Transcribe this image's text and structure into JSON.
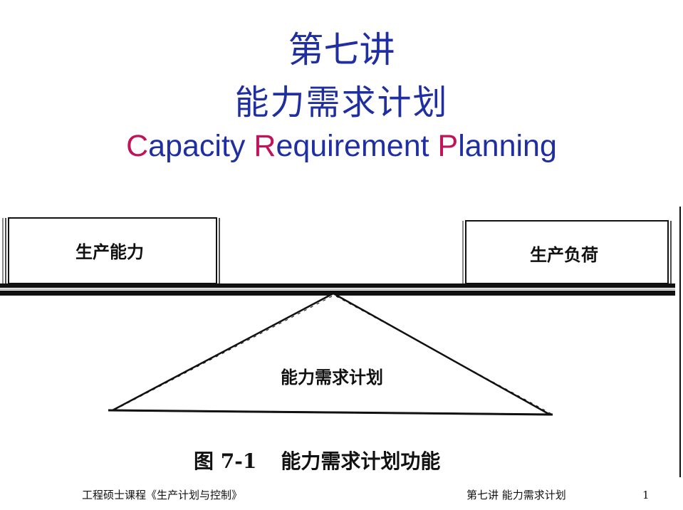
{
  "slide": {
    "lecture": "第七讲",
    "title_cn": "能力需求计划",
    "title_en": {
      "parts": [
        {
          "text": "C",
          "accent": true
        },
        {
          "text": "apacity ",
          "accent": false
        },
        {
          "text": "R",
          "accent": true
        },
        {
          "text": "equirement ",
          "accent": false
        },
        {
          "text": "P",
          "accent": true
        },
        {
          "text": "lanning",
          "accent": false
        }
      ]
    }
  },
  "figure": {
    "left_box_label": "生产能力",
    "right_box_label": "生产负荷",
    "triangle_label": "能力需求计划",
    "caption_number": "图 7-1",
    "caption_text": "能力需求计划功能"
  },
  "footer": {
    "course": "工程硕士课程《生产计划与控制》",
    "lecture_label": "第七讲  能力需求计划",
    "page": "1"
  },
  "colors": {
    "title": "#1f2ea0",
    "accent": "#c0145a"
  }
}
